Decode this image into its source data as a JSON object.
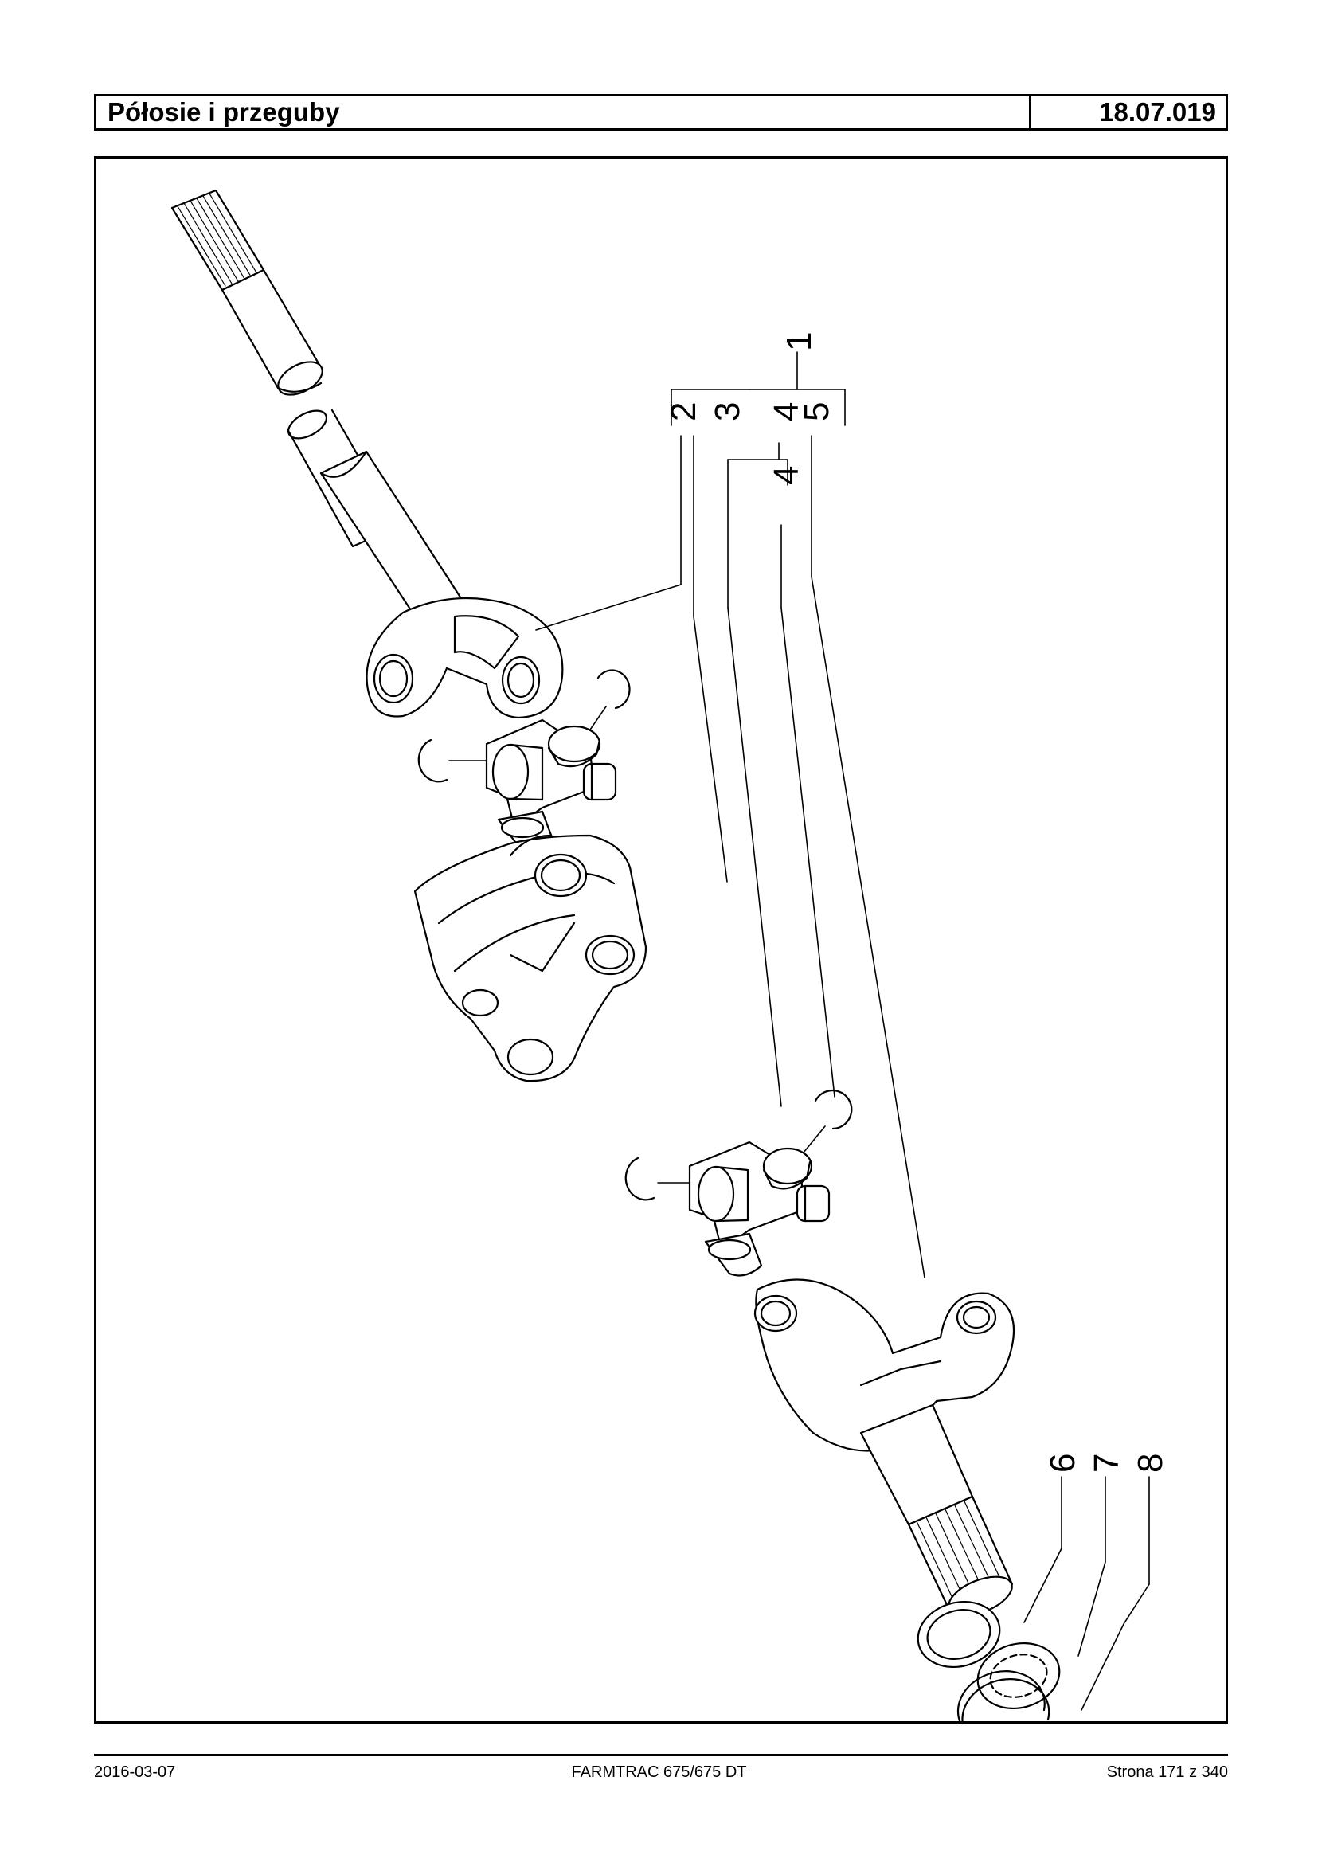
{
  "header": {
    "title": "Półosie i przeguby",
    "code": "18.07.019"
  },
  "diagram": {
    "callouts": {
      "n1": "1",
      "n2": "2",
      "n3": "3",
      "n4a": "4",
      "n5": "5",
      "n4b": "4",
      "n6": "6",
      "n7": "7",
      "n8": "8"
    }
  },
  "footer": {
    "date": "2016-03-07",
    "model": "FARMTRAC 675/675 DT",
    "page": "Strona 171 z 340"
  }
}
